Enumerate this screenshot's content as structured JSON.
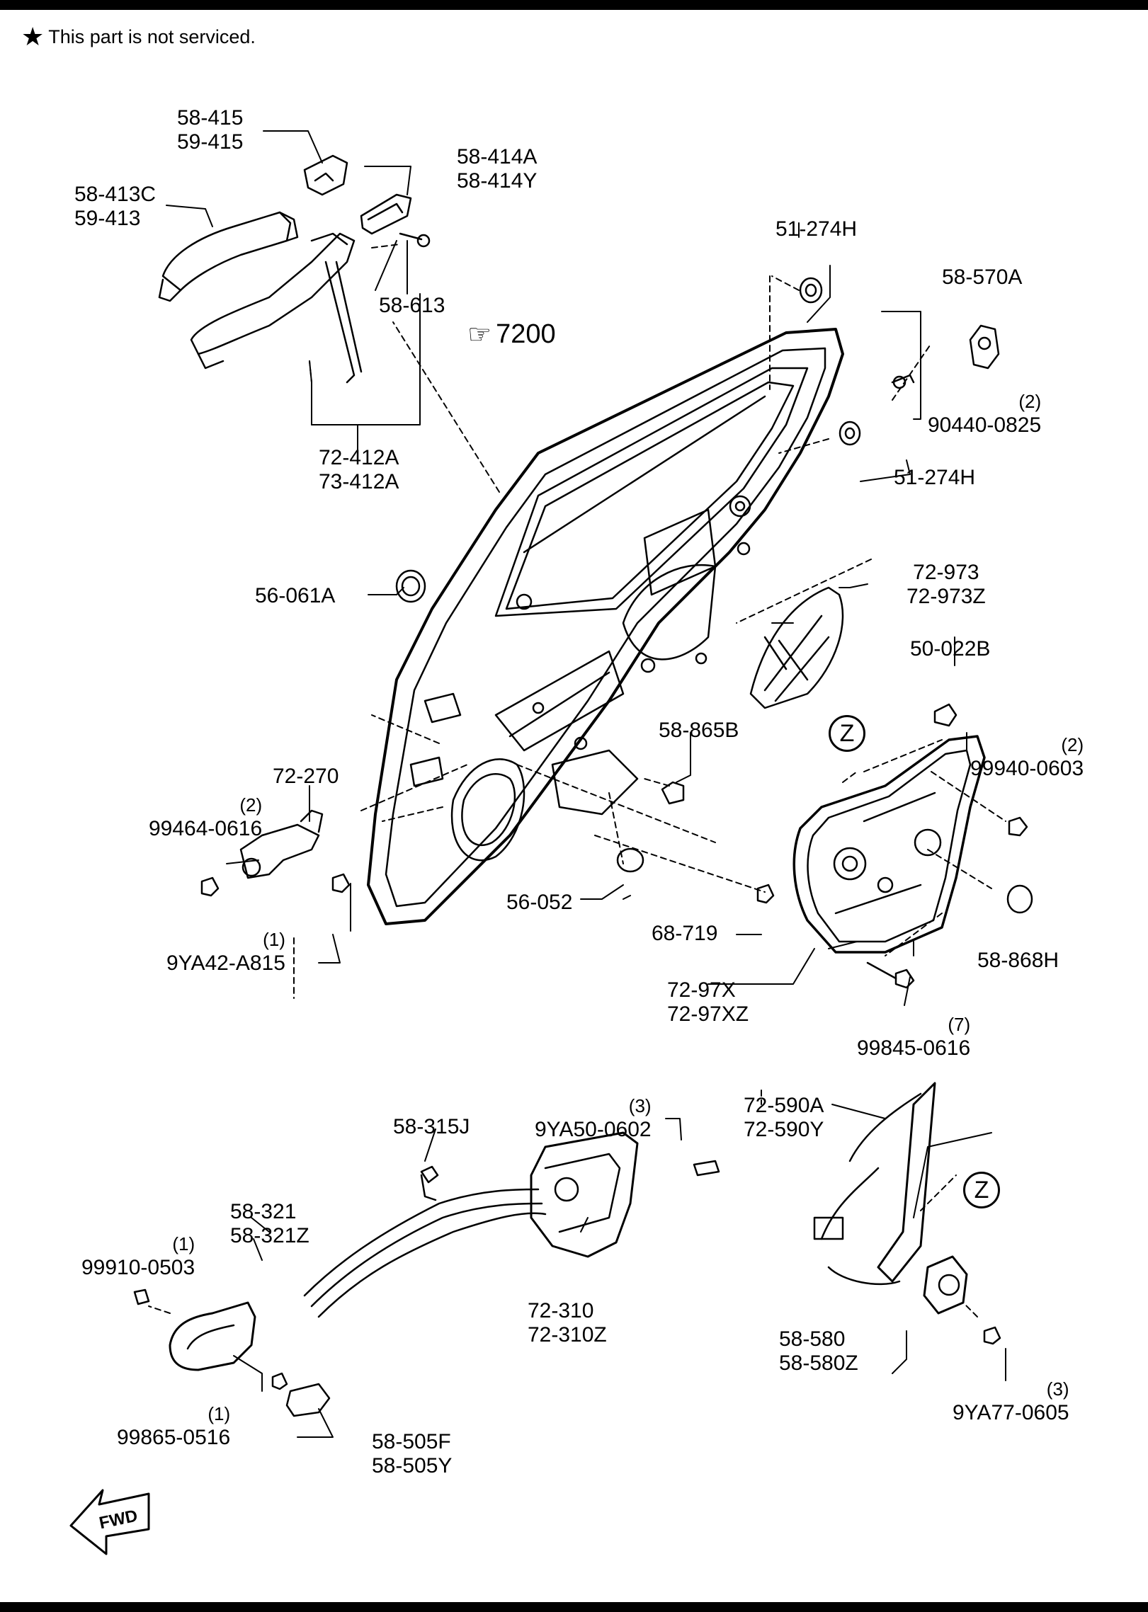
{
  "note": {
    "star": "★",
    "text": "This part is not serviced."
  },
  "reference": {
    "icon": "pointing-hand-icon",
    "number": "7200"
  },
  "zone": "Z",
  "fwd": "FWD",
  "labels": {
    "l58_415": [
      "58-415",
      "59-415"
    ],
    "l58_414": [
      "58-414A",
      "58-414Y"
    ],
    "l58_413": [
      "58-413C",
      "59-413"
    ],
    "l58_613": "58-613",
    "l72_412": [
      "72-412A",
      "73-412A"
    ],
    "l51_274_top": "51-274H",
    "l58_570": "58-570A",
    "l90440": {
      "qty": "(2)",
      "part": "90440-0825"
    },
    "l51_274_mid": "51-274H",
    "l56_061": "56-061A",
    "l72_973": [
      "72-973",
      "72-973Z"
    ],
    "l50_022": "50-022B",
    "l58_865": "58-865B",
    "l99940": {
      "qty": "(2)",
      "part": "99940-0603"
    },
    "l72_270": "72-270",
    "l99464": {
      "qty": "(2)",
      "part": "99464-0616"
    },
    "l56_052": "56-052",
    "l68_719": "68-719",
    "l58_868": "58-868H",
    "l9ya42": {
      "qty": "(1)",
      "part": "9YA42-A815"
    },
    "l72_97x": [
      "72-97X",
      "72-97XZ"
    ],
    "l99845": {
      "qty": "(7)",
      "part": "99845-0616"
    },
    "l9ya50": {
      "qty": "(3)",
      "part": "9YA50-0602"
    },
    "l58_315": "58-315J",
    "l72_590": [
      "72-590A",
      "72-590Y"
    ],
    "l58_321": [
      "58-321",
      "58-321Z"
    ],
    "l99910": {
      "qty": "(1)",
      "part": "99910-0503"
    },
    "l72_310": [
      "72-310",
      "72-310Z"
    ],
    "l58_580": [
      "58-580",
      "58-580Z"
    ],
    "l9ya77": {
      "qty": "(3)",
      "part": "9YA77-0605"
    },
    "l99865": {
      "qty": "(1)",
      "part": "99865-0516"
    },
    "l58_505": [
      "58-505F",
      "58-505Y"
    ]
  }
}
